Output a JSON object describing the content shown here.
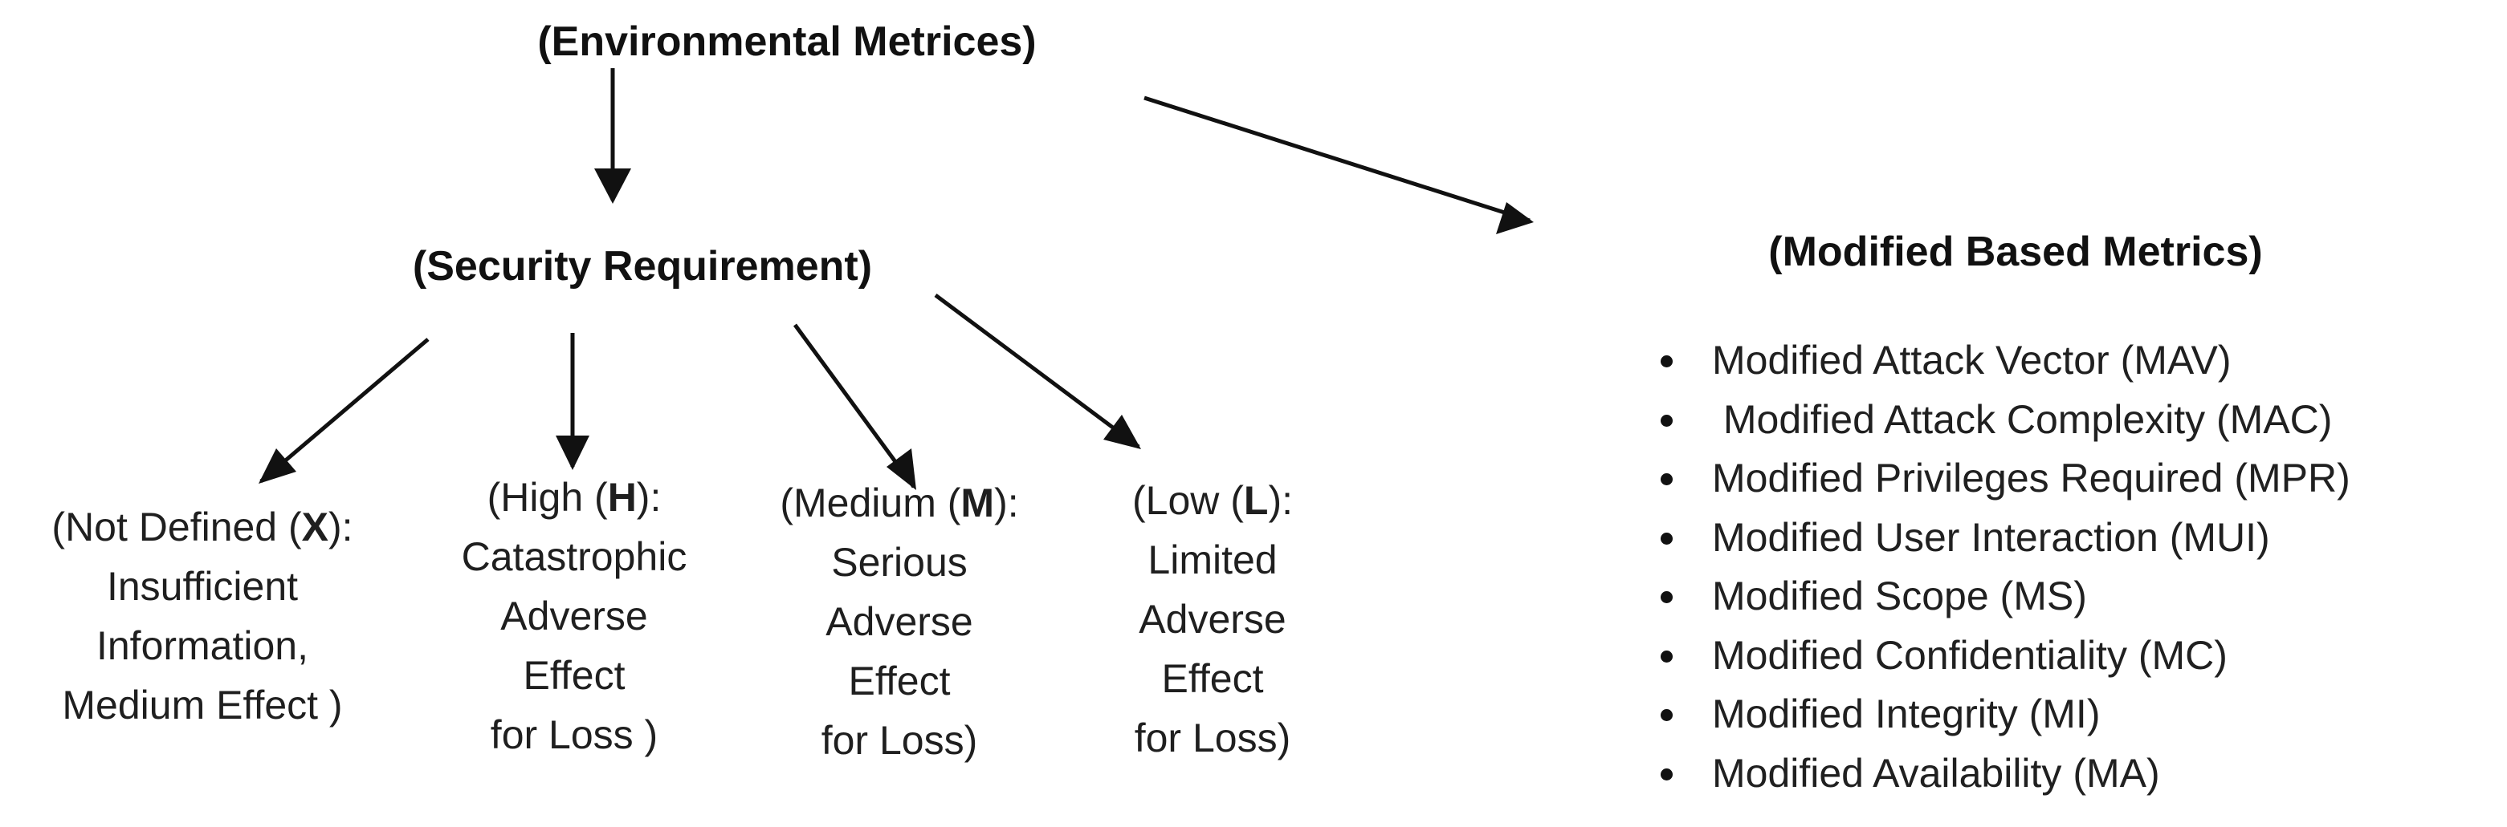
{
  "root": {
    "title": "(Environmental  Metrices)"
  },
  "security": {
    "title": "(Security Requirement)"
  },
  "modified": {
    "title": "(Modified Based Metrics)"
  },
  "levels": [
    {
      "open": "(Not Defined  (",
      "code": "X",
      "close": "):",
      "lines": [
        "Insufficient",
        "Information,",
        "Medium Effect )"
      ]
    },
    {
      "open": "(High (",
      "code": "H",
      "close": "):",
      "lines": [
        "Catastrophic",
        "Adverse",
        "Effect",
        "for Loss )"
      ]
    },
    {
      "open": "(Medium (",
      "code": "M",
      "close": "):",
      "lines": [
        "Serious",
        "Adverse",
        "Effect",
        "for Loss)"
      ]
    },
    {
      "open": "(Low (",
      "code": "L",
      "close": "):",
      "lines": [
        "Limited",
        "Adverse",
        "Effect",
        "for Loss)"
      ]
    }
  ],
  "modified_metrics": [
    "Modified Attack Vector (MAV)",
    " Modified Attack Complexity (MAC)",
    "Modified Privileges Required (MPR)",
    "Modified User Interaction (MUI)",
    "Modified Scope (MS)",
    "Modified Confidentiality (MC)",
    "Modified Integrity (MI)",
    "Modified Availability (MA)"
  ]
}
